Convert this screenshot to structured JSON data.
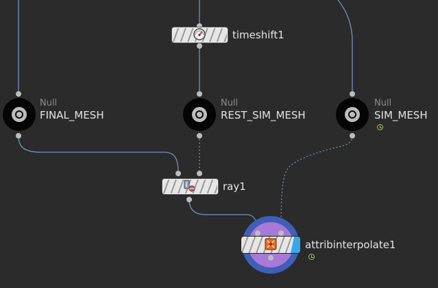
{
  "network": {
    "nodes": {
      "final_mesh": {
        "type": "Null",
        "name": "FINAL_MESH"
      },
      "rest_sim_mesh": {
        "type": "Null",
        "name": "REST_SIM_MESH"
      },
      "sim_mesh": {
        "type": "Null",
        "name": "SIM_MESH",
        "flag": "clock-icon"
      },
      "timeshift": {
        "name": "timeshift1",
        "icon": "timeshift-gauge-icon"
      },
      "ray": {
        "name": "ray1",
        "icon": "ray-icon"
      },
      "attribinterpolate": {
        "name": "attribinterpolate1",
        "icon": "attribinterpolate-icon",
        "flag": "clock-icon"
      }
    },
    "colors": {
      "background": "#2b2b2b",
      "wire": "#6f93c4",
      "halo_outer": "#3f5fb8",
      "halo_inner": "#a879d8",
      "flag": "#8ed44f"
    }
  }
}
